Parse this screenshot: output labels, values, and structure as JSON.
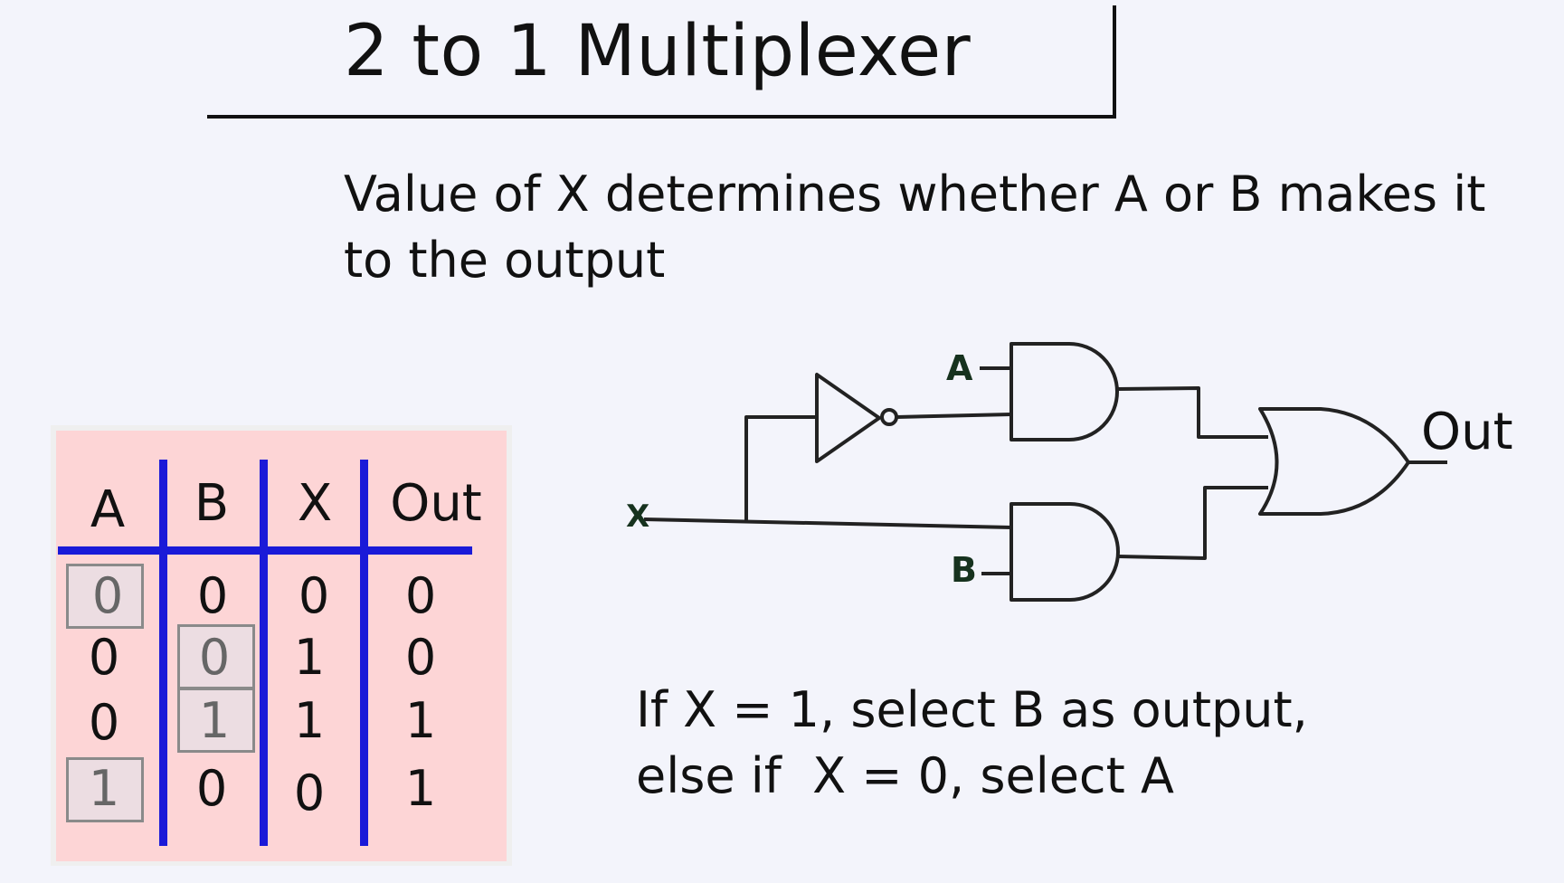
{
  "title": "2 to 1 Multiplexer",
  "description": {
    "line1": "Value of X determines whether A or B makes it",
    "line2": "to the output"
  },
  "truth_table": {
    "headers": [
      "A",
      "B",
      "X",
      "Out"
    ],
    "rows": [
      [
        "0",
        "0",
        "0",
        "0"
      ],
      [
        "0",
        "0",
        "1",
        "0"
      ],
      [
        "0",
        "1",
        "1",
        "1"
      ],
      [
        "1",
        "0",
        "0",
        "1"
      ]
    ],
    "highlight_color": "#8a8a8a",
    "divider_color": "#1a1ad8",
    "background_color": "#fdd5d6"
  },
  "circuit": {
    "input_a": "A",
    "input_b": "B",
    "input_x": "X",
    "output": "Out"
  },
  "rule": {
    "line1": "If X = 1, select B as output,",
    "line2": "else if  X = 0, select A"
  }
}
